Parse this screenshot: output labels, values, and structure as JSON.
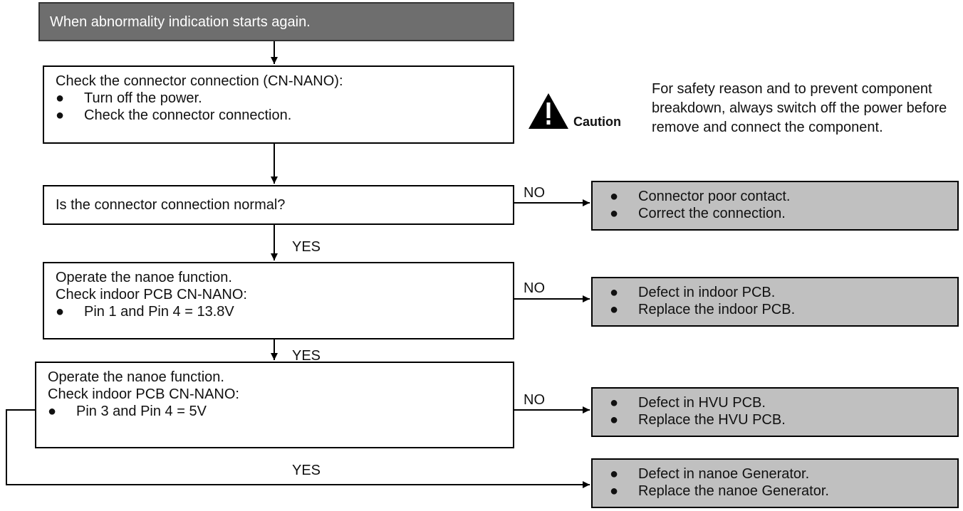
{
  "header": {
    "text": "When abnormality indication starts again."
  },
  "step_check_connector": {
    "title": "Check the connector connection (CN-NANO):",
    "bullets": [
      "Turn off the power.",
      "Check the connector connection."
    ]
  },
  "caution": {
    "label": "Caution",
    "text": "For safety reason and to prevent component breakdown, always switch off the power before remove and connect the component."
  },
  "question_connector": {
    "text": "Is the connector connection normal?"
  },
  "result_connector": {
    "bullets": [
      "Connector poor contact.",
      "Correct the connection."
    ]
  },
  "step_indoor_pcb": {
    "line1": "Operate the nanoe function.",
    "line2": "Check indoor PCB CN-NANO:",
    "bullets": [
      "Pin 1 and Pin 4 = 13.8V"
    ]
  },
  "result_indoor_pcb": {
    "bullets": [
      "Defect in indoor PCB.",
      "Replace the indoor PCB."
    ]
  },
  "step_hvu_pcb": {
    "line1": "Operate the nanoe function.",
    "line2": "Check indoor PCB CN-NANO:",
    "bullets": [
      "Pin 3 and Pin 4 = 5V"
    ]
  },
  "result_hvu_pcb": {
    "bullets": [
      "Defect in HVU PCB.",
      "Replace the HVU PCB."
    ]
  },
  "result_nanoe_generator": {
    "bullets": [
      "Defect in nanoe Generator.",
      "Replace the nanoe Generator."
    ]
  },
  "labels": {
    "yes": "YES",
    "no": "NO",
    "bullet": "●"
  },
  "colors": {
    "header_fill": "#6e6e6e",
    "result_fill": "#c0c0c0",
    "line": "#000000"
  }
}
